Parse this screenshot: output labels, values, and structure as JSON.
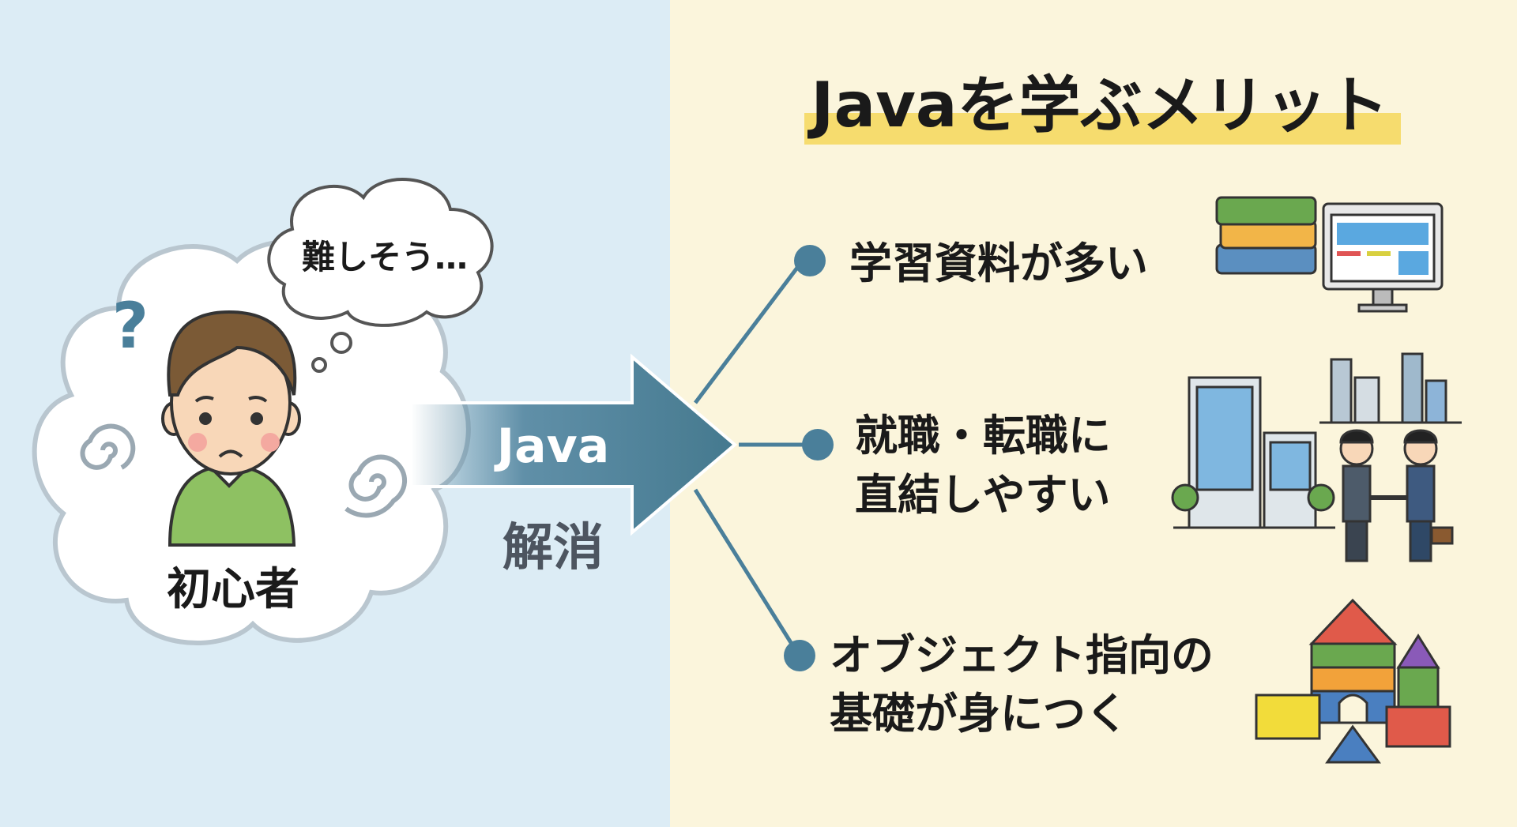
{
  "title": "Javaを学ぶメリット",
  "left": {
    "thought": "難しそう…",
    "person_label": "初心者",
    "question_mark": "?"
  },
  "arrow": {
    "label": "Java",
    "sublabel": "解消"
  },
  "benefits": [
    {
      "lines": [
        "学習資料が多い"
      ],
      "icon": "books-monitor-icon"
    },
    {
      "lines": [
        "就職・転職に",
        "直結しやすい"
      ],
      "icon": "office-handshake-icon"
    },
    {
      "lines": [
        "オブジェクト指向の",
        "基礎が身につく"
      ],
      "icon": "building-blocks-icon"
    }
  ],
  "colors": {
    "left_bg": "#dcecf5",
    "right_bg": "#fbf5dc",
    "accent": "#4a7f9a",
    "highlight": "#f6dc6e",
    "text": "#1a1a1a"
  }
}
